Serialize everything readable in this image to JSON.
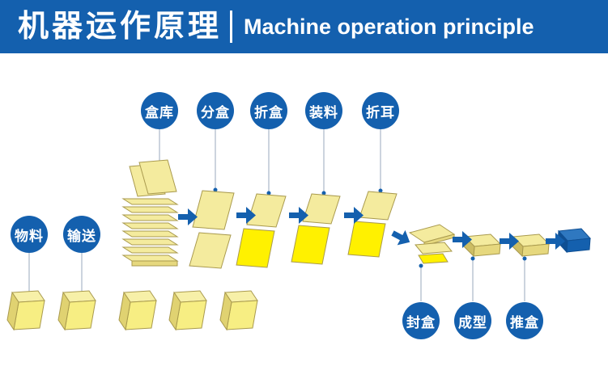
{
  "header": {
    "title_zh": "机器运作原理",
    "title_en": "Machine operation principle"
  },
  "stations": {
    "top": [
      {
        "label": "盒库"
      },
      {
        "label": "分盒"
      },
      {
        "label": "折盒"
      },
      {
        "label": "装料"
      },
      {
        "label": "折耳"
      }
    ],
    "left": [
      {
        "label": "物料"
      },
      {
        "label": "输送"
      }
    ],
    "bottom": [
      {
        "label": "封盒"
      },
      {
        "label": "成型"
      },
      {
        "label": "推盒"
      }
    ]
  },
  "colors": {
    "banner_blue": "#1460ae",
    "badge_blue": "#1460ae",
    "arrow_blue": "#1460ae",
    "carton_light": "#f4eb9e",
    "carton_mid": "#e6d87e",
    "carton_dark": "#cdbd63",
    "carton_bright": "#fff100",
    "final_box_blue": "#1e6ab4"
  }
}
